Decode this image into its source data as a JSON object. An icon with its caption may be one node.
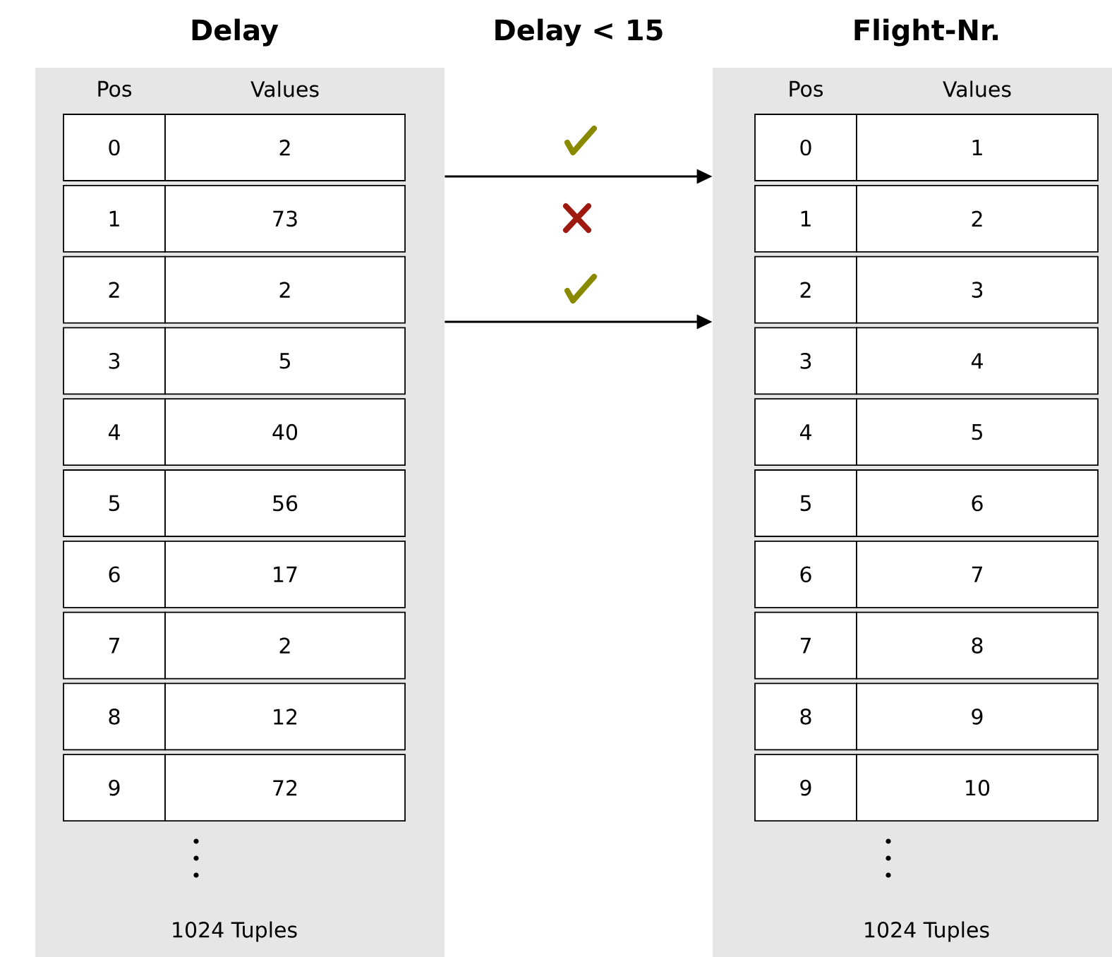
{
  "diagram": {
    "nodes": [
      {
        "text": [
          "Delay",
          "Pos",
          "Values",
          "1024 Tuples"
        ]
      },
      {
        "text": [
          "0"
        ],
        "in": 0
      },
      {
        "text": [
          "2"
        ],
        "in": 0
      },
      {
        "text": [
          "1"
        ],
        "in": 0
      },
      {
        "text": [
          "73"
        ],
        "in": 0
      },
      {
        "text": [
          "2"
        ],
        "in": 0
      },
      {
        "text": [
          "2"
        ],
        "in": 0
      },
      {
        "text": [
          "3"
        ],
        "in": 0
      },
      {
        "text": [
          "5"
        ],
        "in": 0
      },
      {
        "text": [
          "4"
        ],
        "in": 0
      },
      {
        "text": [
          "40"
        ],
        "in": 0
      },
      {
        "text": [
          "5"
        ],
        "in": 0
      },
      {
        "text": [
          "56"
        ],
        "in": 0
      },
      {
        "text": [
          "6"
        ],
        "in": 0
      },
      {
        "text": [
          "17"
        ],
        "in": 0
      },
      {
        "text": [
          "7"
        ],
        "in": 0
      },
      {
        "text": [
          "2"
        ],
        "in": 0
      },
      {
        "text": [
          "8"
        ],
        "in": 0
      },
      {
        "text": [
          "12"
        ],
        "in": 0
      },
      {
        "text": [
          "9"
        ],
        "in": 0
      },
      {
        "text": [
          "72"
        ],
        "in": 0
      },
      {
        "text": [
          "Flight-Nr.",
          "Pos",
          "Values",
          "1024 Tuples"
        ]
      },
      {
        "text": [
          "0"
        ],
        "in": 21
      },
      {
        "text": [
          "1"
        ],
        "in": 21
      },
      {
        "text": [
          "1"
        ],
        "in": 21
      },
      {
        "text": [
          "2"
        ],
        "in": 21
      },
      {
        "text": [
          "2"
        ],
        "in": 21
      },
      {
        "text": [
          "3"
        ],
        "in": 21
      },
      {
        "text": [
          "3"
        ],
        "in": 21
      },
      {
        "text": [
          "4"
        ],
        "in": 21
      },
      {
        "text": [
          "4"
        ],
        "in": 21
      },
      {
        "text": [
          "5"
        ],
        "in": 21
      },
      {
        "text": [
          "5"
        ],
        "in": 21
      },
      {
        "text": [
          "6"
        ],
        "in": 21
      },
      {
        "text": [
          "6"
        ],
        "in": 21
      },
      {
        "text": [
          "7"
        ],
        "in": 21
      },
      {
        "text": [
          "7"
        ],
        "in": 21
      },
      {
        "text": [
          "8"
        ],
        "in": 21
      },
      {
        "text": [
          "8"
        ],
        "in": 21
      },
      {
        "text": [
          "9"
        ],
        "in": 21
      },
      {
        "text": [
          "9"
        ],
        "in": 21
      },
      {
        "text": [
          "10"
        ],
        "in": 21
      }
    ],
    "edges": [
      {
        "from": 0,
        "to": 21,
        "arrow": "to"
      },
      {
        "from": 0,
        "to": 21,
        "arrow": "to"
      }
    ],
    "labels": [
      "Delay < 15"
    ]
  }
}
